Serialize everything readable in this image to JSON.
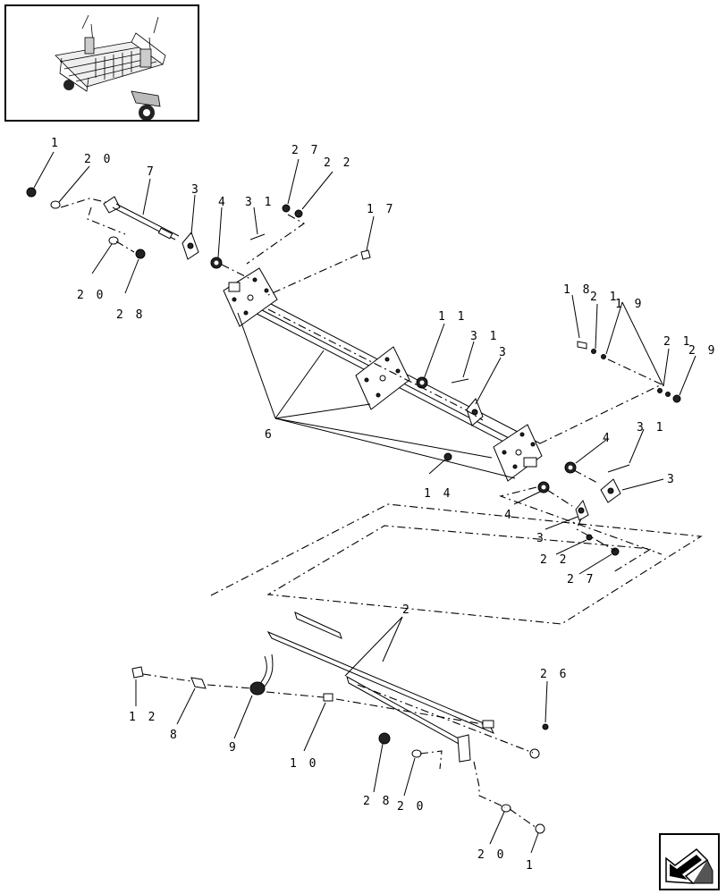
{
  "inset": {
    "image": "machine-overview"
  },
  "callouts": {
    "c1a": "1",
    "c20a": "2 0",
    "c7": "7",
    "c3a": "3",
    "c4a": "4",
    "c31a": "3 1",
    "c27a": "2 7",
    "c22a": "2 2",
    "c17": "1 7",
    "c20b": "2 0",
    "c28a": "2 8",
    "c18": "1 8",
    "c21a": "2 1",
    "c19": "1 9",
    "c21b": "2 1",
    "c29": "2 9",
    "c11": "1 1",
    "c31b": "3 1",
    "c3b": "3",
    "c6": "6",
    "c4b": "4",
    "c31c": "3 1",
    "c3c": "3",
    "c14": "1 4",
    "c4c": "4",
    "c3d": "3",
    "c22b": "2 2",
    "c27b": "2 7",
    "c2": "2",
    "c26": "2 6",
    "c12": "1 2",
    "c8": "8",
    "c9": "9",
    "c10": "1 0",
    "c28b": "2 8",
    "c20c": "2 0",
    "c20d": "2 0",
    "c1b": "1"
  },
  "nav": {
    "icon": "next-page-arrow-icon"
  }
}
